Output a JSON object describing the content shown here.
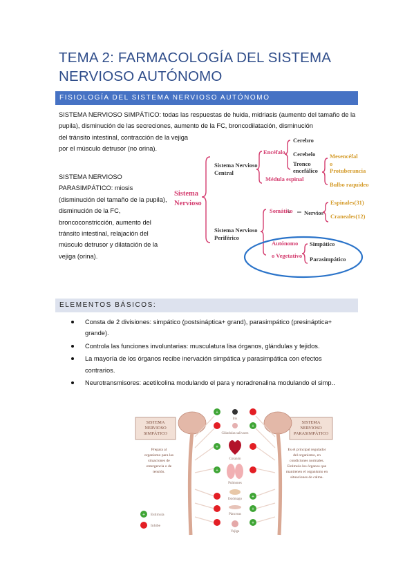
{
  "title": "TEMA 2: FARMACOLOGÍA DEL SISTEMA NERVIOSO AUTÓNOMO",
  "section1": {
    "heading": "FISIOLOGÍA DEL SISTEMA NERVIOSO AUTÓNOMO",
    "sympathetic_line1": "SISTEMA NERVIOSO SIMPÁTICO: todas las respuestas de huida, midriasis (aumento del tamaño de la pupila), disminución de las secreciones, aumento de la FC, broncodilatación, disminución",
    "sympathetic_line2": "del tránsito intestinal, contracción de la vejiga por el músculo detrusor (no orina).",
    "parasympathetic": "SISTEMA NERVIOSO PARASIMPÁTICO: miosis (disminución del tamaño de la pupila), disminución de la FC, broncoconstricción, aumento del tránsito intestinal, relajación del músculo detrusor y dilatación de la vejiga (orina)."
  },
  "diagram": {
    "root": "Sistema Nervioso",
    "central": "Sistema Nervioso Central",
    "encefalo": "Encéfalo",
    "cerebro": "Cerebro",
    "cerebelo": "Cerebelo",
    "tronco": "Tronco encefálico",
    "mesencefalo": "Mesencéfal o",
    "protuberancia": "Protuberancia",
    "bulbo": "Bulbo raquídeo",
    "medula": "Médula espinal",
    "periferico": "Sistema Nervioso Periférico",
    "somatico": "Somático",
    "nervios": "Nervios",
    "espinales": "Espinales(31)",
    "craneales": "Craneales(12)",
    "autonomo": "Autónomo o Vegetativo",
    "simpatico": "Simpático",
    "parasimpatico": "Parasimpático"
  },
  "section2": {
    "heading": "ELEMENTOS BÁSICOS:",
    "bullets": [
      "Consta de 2 divisiones: simpático (postsináptica+ grand), parasimpático (presináptica+ grande).",
      "Controla las funciones involuntarias: musculatura lisa órganos, glándulas y tejidos.",
      "La mayoría de los órganos recibe inervación simpática y parasimpática con efectos contrarios.",
      "Neurotransmisores: acetilcolina modulando el para y noradrenalina modulando el simp.."
    ]
  },
  "illustration": {
    "left_title": "SISTEMA NERVIOSO SIMPÁTICO",
    "right_title": "SISTEMA NERVIOSO PARASIMPÁTICO",
    "left_desc": "Prepara al organismo para las situaciones de emergencia o de tensión.",
    "right_desc": "Es el principal regulador del organismo, en condiciones normales. Estimula los órganos que mantienen el organismo en situaciones de calma.",
    "organs": [
      "Iris",
      "Glándulas salivares",
      "Corazón",
      "Pulmones",
      "Estómago",
      "Páncreas",
      "Vejiga"
    ],
    "legend_stimulate": "Estimula",
    "legend_inhibit": "Inhibe",
    "colors": {
      "stimulate": "#3fa535",
      "inhibit": "#e31e24",
      "brain": "#e3b8a8",
      "spine": "#d9a894"
    }
  }
}
